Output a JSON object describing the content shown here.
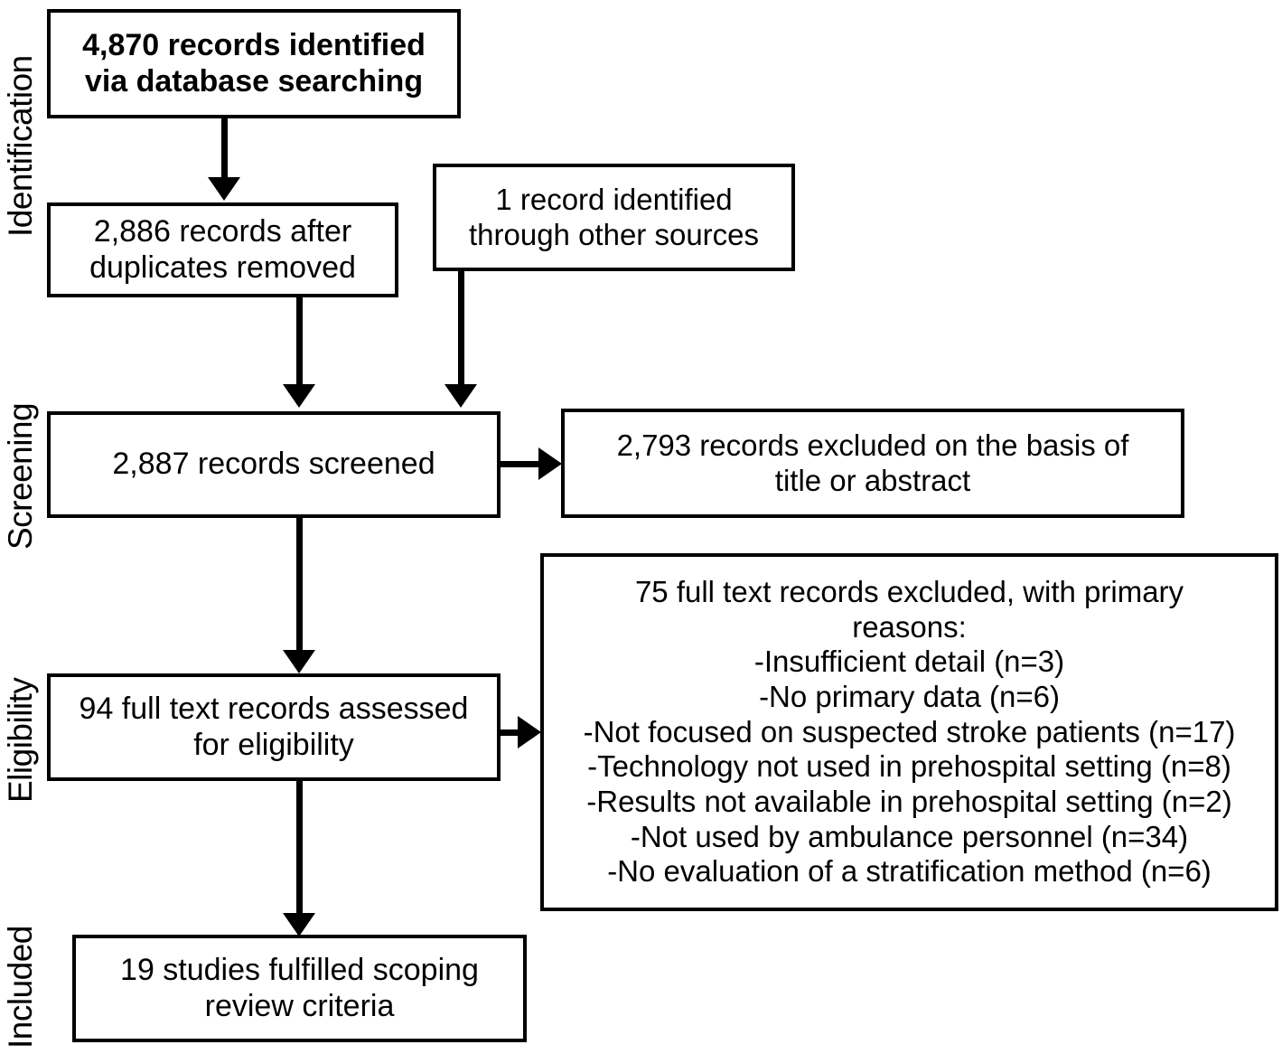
{
  "diagram": {
    "title": "PRISMA flow diagram",
    "type": "flowchart",
    "colors": {
      "line": "#000000",
      "background": "#ffffff",
      "text": "#000000"
    }
  },
  "stages": [
    {
      "id": "identification",
      "label": "Identification"
    },
    {
      "id": "screening",
      "label": "Screening"
    },
    {
      "id": "eligibility",
      "label": "Eligibility"
    },
    {
      "id": "included",
      "label": "Included"
    }
  ],
  "boxes": {
    "identified": {
      "text": "4,870 records identified\nvia database searching",
      "count": 4870,
      "bold": true
    },
    "duplicates_removed": {
      "text": "2,886 records after\nduplicates removed",
      "count": 2886
    },
    "other_sources": {
      "text": "1 record identified\nthrough other sources",
      "count": 1
    },
    "screened": {
      "text": "2,887 records screened",
      "count": 2887
    },
    "excluded_title_abstract": {
      "text": "2,793 records excluded on the basis of\ntitle or abstract",
      "count": 2793
    },
    "excluded_full_text": {
      "text": "75 full text records excluded, with primary\nreasons:\n-Insufficient detail (n=3)\n-No primary data (n=6)\n-Not focused on suspected stroke patients (n=17)\n-Technology not used in prehospital setting (n=8)\n-Results not available in prehospital setting (n=2)\n-Not used by ambulance personnel (n=34)\n-No evaluation of a stratification method (n=6)",
      "count": 75,
      "reasons": [
        {
          "label": "-Insufficient detail",
          "n": 3
        },
        {
          "label": "-No primary data",
          "n": 6
        },
        {
          "label": "-Not focused on suspected stroke patients",
          "n": 17
        },
        {
          "label": "-Technology not used in prehospital setting",
          "n": 8
        },
        {
          "label": "-Results not available in prehospital setting",
          "n": 2
        },
        {
          "label": "-Not used by ambulance personnel",
          "n": 34
        },
        {
          "label": "-No evaluation of a stratification method",
          "n": 6
        }
      ]
    },
    "assessed": {
      "text": "94 full text records assessed\nfor eligibility",
      "count": 94
    },
    "included_final": {
      "text": "19 studies fulfilled scoping\nreview criteria",
      "count": 19
    }
  }
}
